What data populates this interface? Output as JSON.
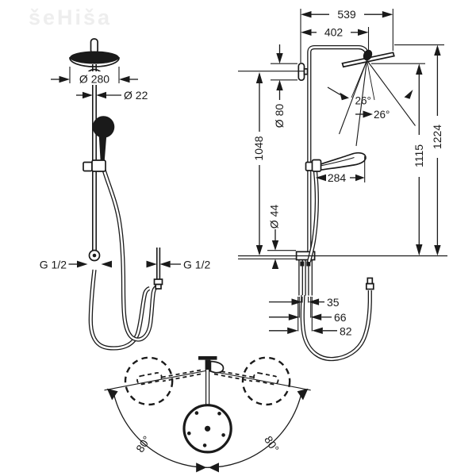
{
  "watermark": {
    "text": "šeHiša"
  },
  "front_view": {
    "head_diameter": "Ø 280",
    "pipe_diameter": "Ø 22",
    "left_connection": "G 1/2",
    "right_connection": "G 1/2"
  },
  "side_view": {
    "arm_total_width": "539",
    "arm_projection": "402",
    "head_tilt_left": "26°",
    "head_tilt_right": "26°",
    "flange_diameter": "Ø 80",
    "flange_height": "1048",
    "head_height": "1115",
    "total_height": "1224",
    "hand_shower_reach": "284",
    "base_diameter": "Ø 44",
    "base_width_inner": "35",
    "base_width_mid": "66",
    "base_width_outer": "82"
  },
  "top_view": {
    "swivel_left": "80°",
    "swivel_right": "80°"
  },
  "colors": {
    "line": "#1a1a1a",
    "watermark": "#eeeeee",
    "background": "#ffffff"
  }
}
